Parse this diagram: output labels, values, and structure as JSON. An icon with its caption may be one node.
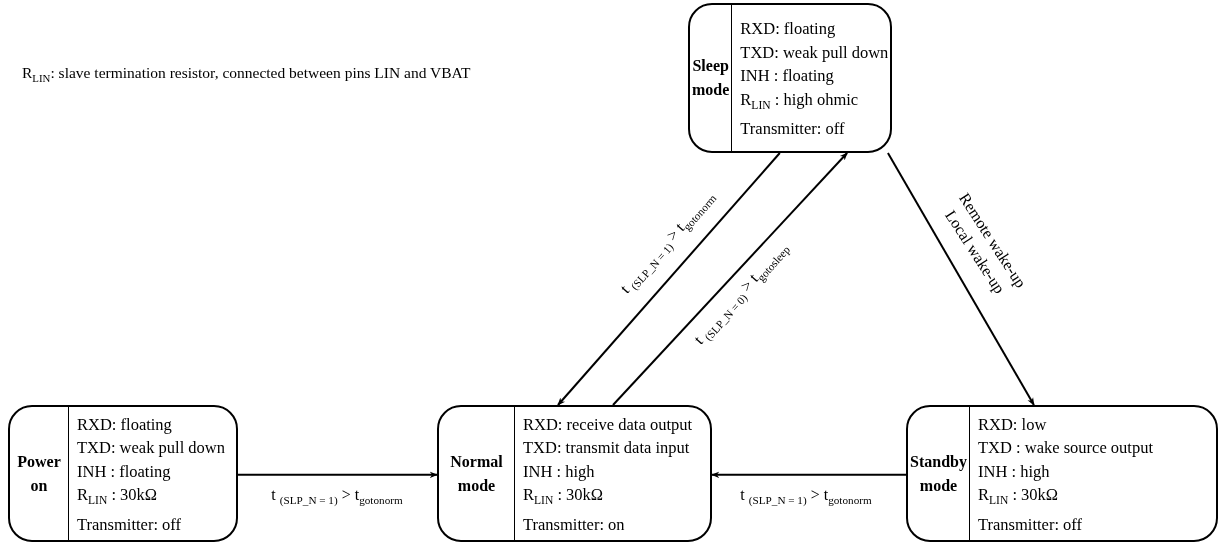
{
  "diagram": {
    "nodes": [
      {
        "text": [
          "Sleep mode",
          "RXD: floating",
          "TXD: weak pull down",
          "INH : floating",
          "R$_{LIN}$ : high ohmic",
          "Transmitter: off"
        ]
      },
      {
        "text": [
          "Power on",
          "RXD: floating",
          "TXD: weak pull down",
          "INH : floating",
          "R$_{LIN}$ : 30kΩ",
          "Transmitter: off"
        ]
      },
      {
        "text": [
          "Normal mode",
          "RXD: receive data output",
          "TXD: transmit data input",
          "INH : high",
          "R$_{LIN}$ : 30kΩ",
          "Transmitter: on"
        ]
      },
      {
        "text": [
          "Standby mode",
          "RXD: low",
          "TXD : wake source output",
          "INH : high",
          "R$_{LIN}$ : 30kΩ",
          "Transmitter: off"
        ]
      }
    ],
    "edges": [
      {
        "from": 1,
        "to": 2,
        "arrow": "to",
        "label": "t $_{(SLP_N = 1)}$ > t$_{gotonorm}$"
      },
      {
        "from": 3,
        "to": 2,
        "arrow": "to",
        "label": "t $_{(SLP_N = 1)}$ > t$_{gotonorm}$"
      },
      {
        "from": 0,
        "to": 2,
        "arrow": "to",
        "label": "t $_{(SLP_N = 1)}$ > t$_{gotonorm}$"
      },
      {
        "from": 2,
        "to": 0,
        "arrow": "to",
        "label": "t $_{(SLP_N = 0)}$ > t$_{gotosleep}$"
      },
      {
        "from": 0,
        "to": 3,
        "arrow": "to",
        "label": "Remote wake-up Local wake-up"
      }
    ],
    "labels": [
      "R$_{LIN}$: slave termination resistor, connected between pins LIN and VBAT"
    ]
  }
}
